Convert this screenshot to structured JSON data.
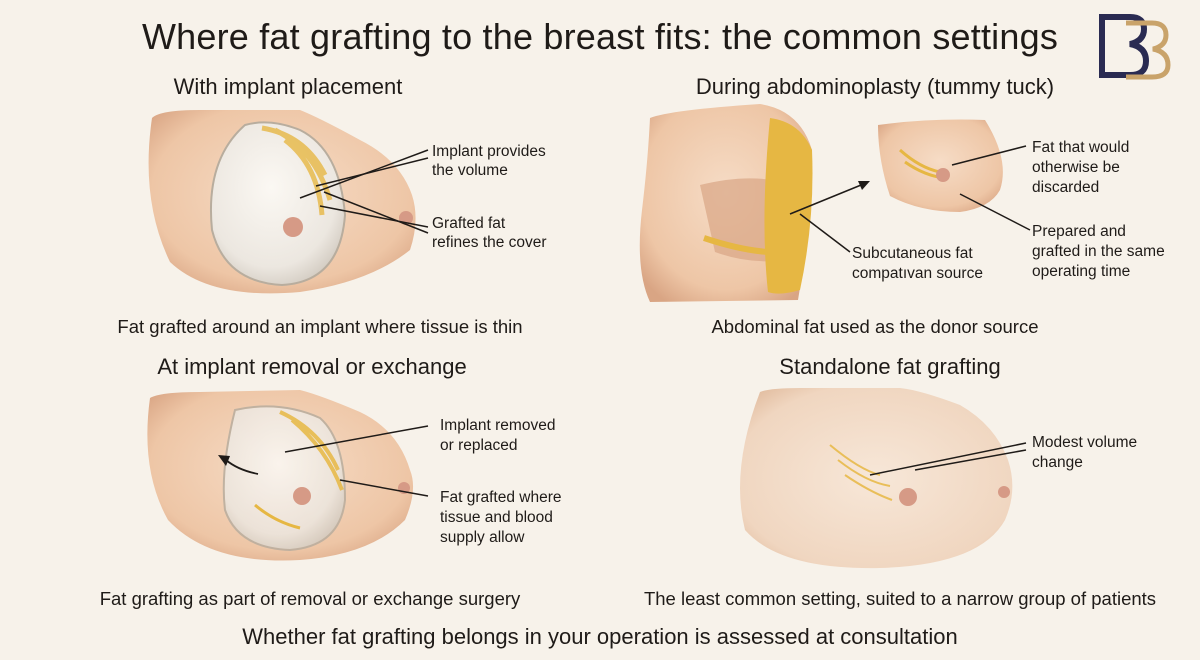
{
  "title": "Where fat grafting to the breast fits: the common settings",
  "logo_letters": "BB",
  "colors": {
    "background": "#f7f2ea",
    "skin": "#f0cfb3",
    "skin_shadow": "#d9a584",
    "fat": "#e6b743",
    "implant": "#ece7e0",
    "logo_navy": "#2a2b52",
    "logo_gold": "#c9a36a"
  },
  "panels": [
    {
      "heading": "With implant placement",
      "caption": "Fat grafted around an implant where tissue is thin",
      "labels": [
        {
          "lines": [
            "Implant provides",
            "the volume"
          ]
        },
        {
          "lines": [
            "Grafted fat",
            "refines the cover"
          ]
        }
      ]
    },
    {
      "heading": "During abdominoplasty (tummy tuck)",
      "caption": "Abdominal fat used as the donor source",
      "labels": [
        {
          "lines": [
            "Fat that would",
            "otherwise be",
            "discarded"
          ]
        },
        {
          "lines": [
            "Prepared and",
            "grafted in the same",
            "operating time"
          ]
        },
        {
          "lines": [
            "Subcutaneous fat",
            "compatıvan source"
          ]
        }
      ]
    },
    {
      "heading": "At implant removal or exchange",
      "caption": "Fat grafting as part of removal or exchange surgery",
      "labels": [
        {
          "lines": [
            "Implant removed",
            "or replaced"
          ]
        },
        {
          "lines": [
            "Fat grafted where",
            "tissue and blood",
            "supply allow"
          ]
        }
      ]
    },
    {
      "heading": "Standalone fat grafting",
      "caption": "The least common setting, suited to a narrow group of patients",
      "labels": [
        {
          "lines": [
            "Modest volume",
            "change"
          ]
        }
      ]
    }
  ],
  "footer": "Whether fat grafting belongs in your operation is assessed at consultation"
}
